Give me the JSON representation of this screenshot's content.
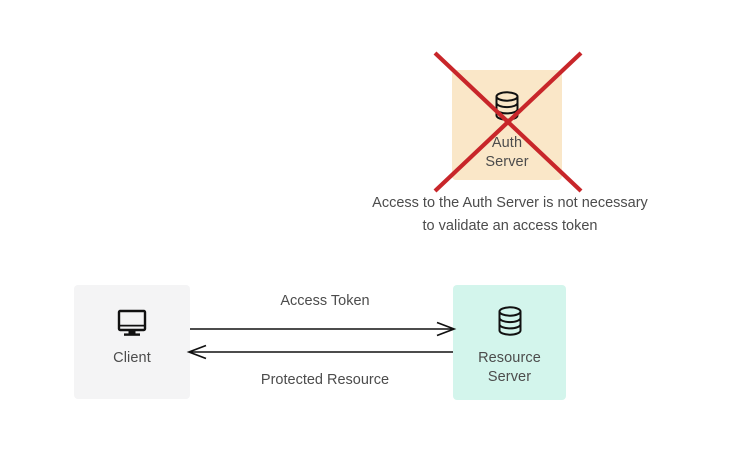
{
  "diagram": {
    "title": "OAuth access token validation flow",
    "background": "#ffffff",
    "nodes": {
      "auth_server": {
        "label": "Auth\nServer",
        "icon": "database-icon",
        "fill": "#fae7c8",
        "crossed_out": true,
        "cross_color": "#c8262a"
      },
      "client": {
        "label": "Client",
        "icon": "monitor-icon",
        "fill": "#f4f4f5"
      },
      "resource_server": {
        "label": "Resource\nServer",
        "icon": "database-icon",
        "fill": "#d3f5ec"
      }
    },
    "caption": "Access to the Auth Server is not necessary\nto validate an access token",
    "edges": [
      {
        "label": "Access Token",
        "from": "client",
        "to": "resource_server",
        "direction": "right"
      },
      {
        "label": "Protected Resource",
        "from": "resource_server",
        "to": "client",
        "direction": "left"
      }
    ],
    "colors": {
      "text": "#4c4c4c",
      "line": "#111111",
      "cross": "#c8262a"
    }
  }
}
